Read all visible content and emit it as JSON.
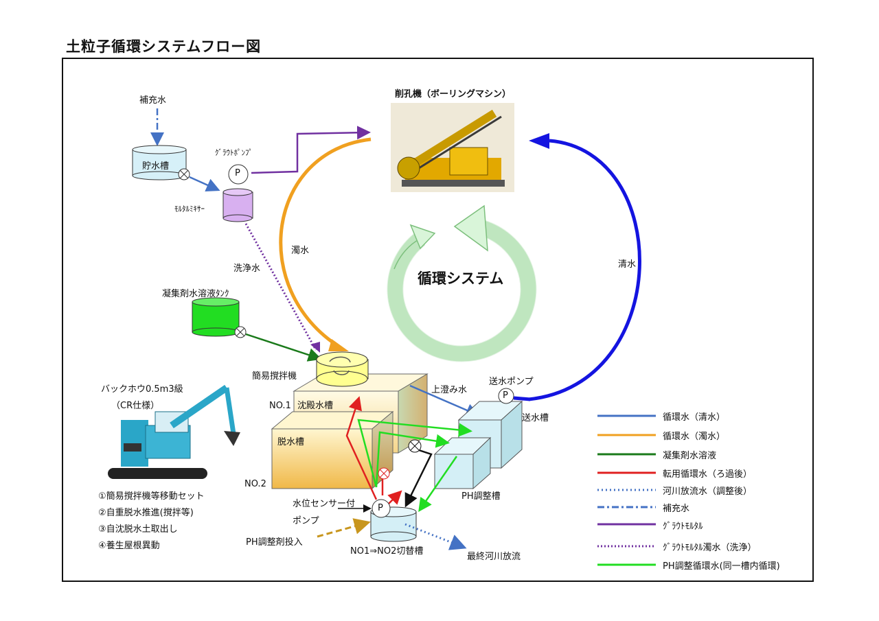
{
  "title": "土粒子循環システムフロー図",
  "labels": {
    "boring_machine": "削孔機（ボーリングマシン）",
    "refill_water": "補充水",
    "storage_tank": "貯水槽",
    "grout_pump": "ｸﾞﾗｳﾄﾎﾟﾝﾌﾟ",
    "pump_symbol": "P",
    "mortar_mixer": "ﾓﾙﾀﾙﾐｷｻｰ",
    "wash_water": "洗浄水",
    "turbid_water": "濁水",
    "clear_water": "清水",
    "coagulant_tank": "凝集剤水溶液ﾀﾝｸ",
    "simple_mixer": "簡易撹拌機",
    "no1": "NO.1",
    "settling_tank": "沈殿水槽",
    "dewater_tank": "脱水槽",
    "no2": "NO.2",
    "supernatant": "上澄み水",
    "feed_pump": "送水ポンプ",
    "feed_tank": "送水槽",
    "ph_tank": "PH調整槽",
    "level_sensor_1": "水位センサー付",
    "level_sensor_2": "ポンプ",
    "ph_agent": "PH調整剤投入",
    "switch_tank": "NO1⇒NO2切替槽",
    "final_discharge": "最終河川放流",
    "system_center": "循環システム",
    "backhoe_1": "バックホウ0.5m3級",
    "backhoe_2": "（CR仕様）"
  },
  "steps": [
    "①簡易撹拌機等移動セット",
    "②自重脱水推進(撹拌等)",
    "③自沈脱水土取出し",
    "④養生屋根異動"
  ],
  "legend": [
    {
      "label": "循環水（清水）",
      "color": "#4472c4",
      "style": "solid"
    },
    {
      "label": "循環水（濁水）",
      "color": "#f0a020",
      "style": "solid"
    },
    {
      "label": "凝集剤水溶液",
      "color": "#1a7a1a",
      "style": "solid"
    },
    {
      "label": "転用循環水（ろ過後）",
      "color": "#e02020",
      "style": "solid"
    },
    {
      "label": "河川放流水（調整後）",
      "color": "#4472c4",
      "style": "dotted"
    },
    {
      "label": "補充水",
      "color": "#4472c4",
      "style": "dashdot"
    },
    {
      "label": "ｸﾞﾗｳﾄﾓﾙﾀﾙ",
      "color": "#7030a0",
      "style": "solid"
    },
    {
      "label": "ｸﾞﾗｳﾄﾓﾙﾀﾙ濁水（洗浄）",
      "color": "#7030a0",
      "style": "dotted"
    },
    {
      "label": "PH調整循環水(同一槽内循環)",
      "color": "#22dd22",
      "style": "solid"
    }
  ]
}
